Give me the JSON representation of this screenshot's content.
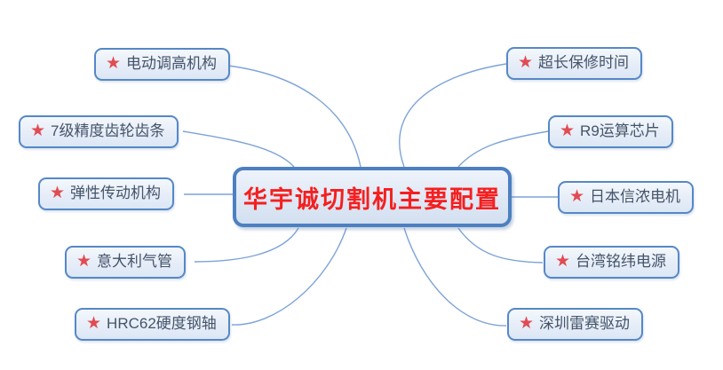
{
  "diagram": {
    "title": "华宇诚切割机主要配置",
    "center": {
      "label": "华宇诚切割机主要配置"
    },
    "nodes": {
      "left": [
        {
          "label": "电动调高机构"
        },
        {
          "label": "7级精度齿轮齿条"
        },
        {
          "label": "弹性传动机构"
        },
        {
          "label": "意大利气管"
        },
        {
          "label": "HRC62硬度钢轴"
        }
      ],
      "right": [
        {
          "label": "超长保修时间"
        },
        {
          "label": "R9运算芯片"
        },
        {
          "label": "日本信浓电机"
        },
        {
          "label": "台湾铭纬电源"
        },
        {
          "label": "深圳雷赛驱动"
        }
      ]
    },
    "glyphs": {
      "star": "★"
    },
    "colors": {
      "node_border": "#5588c7",
      "node_fill": "#e6edf8",
      "center_border": "#4d80c0",
      "center_fill": "#dde7f4",
      "center_text": "#f51f1f",
      "node_text": "#44546a",
      "star": "#e14b52",
      "connector": "#7da3d8",
      "background": "#ffffff"
    }
  }
}
